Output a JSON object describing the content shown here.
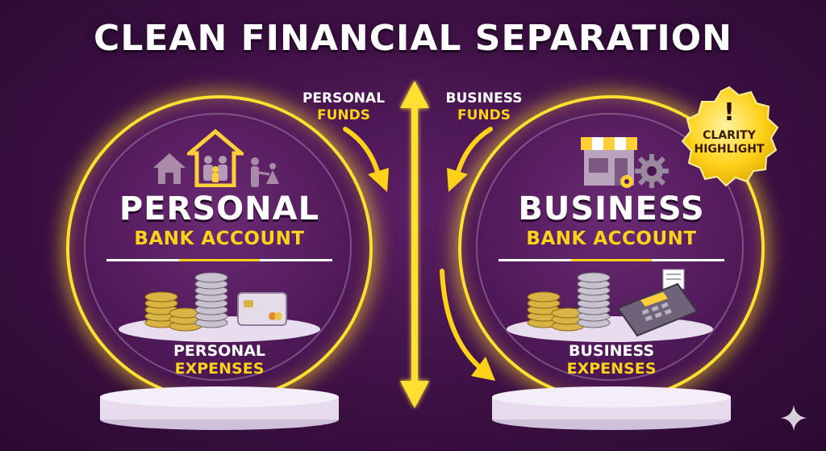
{
  "title": "CLEAN FINANCIAL SEPARATION",
  "flow_labels": {
    "personal": {
      "line1": "PERSONAL",
      "line2": "FUNDS"
    },
    "business": {
      "line1": "BUSINESS",
      "line2": "FUNDS"
    }
  },
  "personal": {
    "title": "PERSONAL",
    "subtitle": "BANK ACCOUNT",
    "expenses_line1": "PERSONAL",
    "expenses_line2": "EXPENSES",
    "icons": [
      "house-icon",
      "family-home-icon",
      "family-icon",
      "coin-stack-icon",
      "credit-card-icon"
    ]
  },
  "business": {
    "title": "BUSINESS",
    "subtitle": "BANK ACCOUNT",
    "expenses_line1": "BUSINESS",
    "expenses_line2": "EXPENSES",
    "icons": [
      "storefront-icon",
      "gear-icon",
      "coin-stack-icon",
      "payment-terminal-icon"
    ]
  },
  "badge": {
    "symbol": "!",
    "line1": "CLARITY",
    "line2": "HIGHLIGHT"
  },
  "colors": {
    "accent_yellow": "#ffd21a",
    "background": "#3d1044",
    "text_white": "#ffffff"
  }
}
